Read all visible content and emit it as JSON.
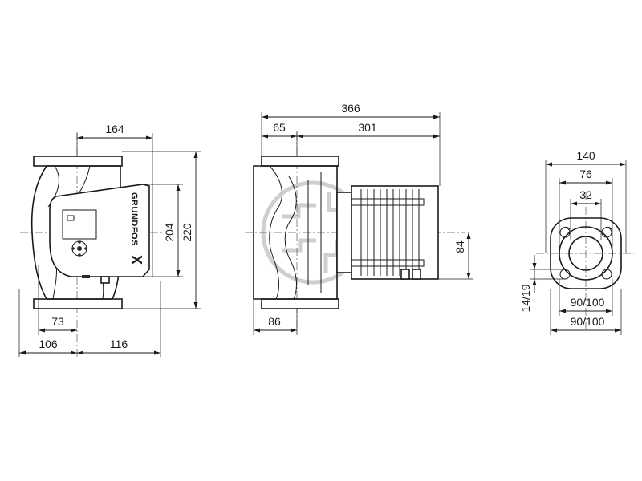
{
  "drawing": {
    "front_view": {
      "dim_width_total": "164",
      "dim_height_outer": "220",
      "dim_height_inner": "204",
      "dim_offset_73": "73",
      "dim_left_106": "106",
      "dim_right_116": "116",
      "brand_text": "GRUNDFOS",
      "logo_mark": "X"
    },
    "side_view": {
      "dim_overall_length": "366",
      "dim_flange_65": "65",
      "dim_motor_301": "301",
      "dim_flange_86": "86",
      "dim_motor_height_84": "84"
    },
    "flange_view": {
      "dim_outer_140": "140",
      "dim_bolt_circle_76": "76",
      "dim_bore_32": "32",
      "dim_bolt_holes": "14/19",
      "dim_pitch_a": "90/100",
      "dim_pitch_b": "90/100"
    }
  }
}
